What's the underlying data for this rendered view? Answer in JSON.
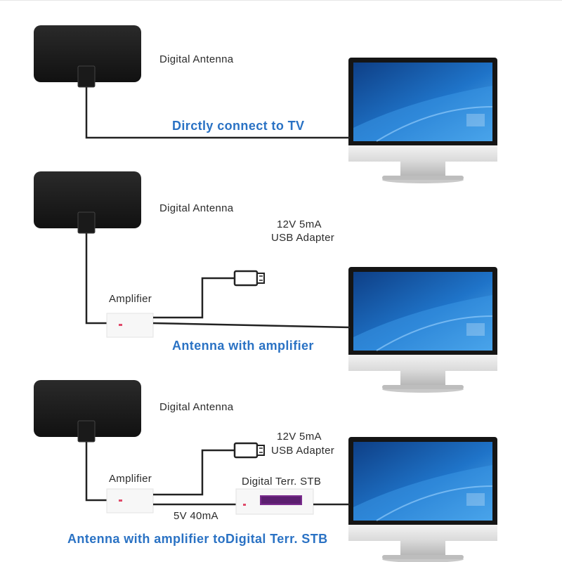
{
  "panels": [
    {
      "antenna_label": "Digital Antenna",
      "caption": "Dirctly connect to TV"
    },
    {
      "antenna_label": "Digital Antenna",
      "adapter_label_line1": "12V 5mA",
      "adapter_label_line2": "USB Adapter",
      "amplifier_label": "Amplifier",
      "caption": "Antenna with amplifier"
    },
    {
      "antenna_label": "Digital Antenna",
      "adapter_label_line1": "12V 5mA",
      "adapter_label_line2": "USB Adapter",
      "amplifier_label": "Amplifier",
      "stb_label": "Digital Terr. STB",
      "voltage_label": "5V 40mA",
      "caption": "Antenna with amplifier toDigital Terr. STB"
    }
  ],
  "colors": {
    "caption": "#2a72c4",
    "cable": "#222222",
    "antenna": "#1c1c1c",
    "screen": "#1f74c9",
    "stb_display": "#7b2d8e"
  }
}
